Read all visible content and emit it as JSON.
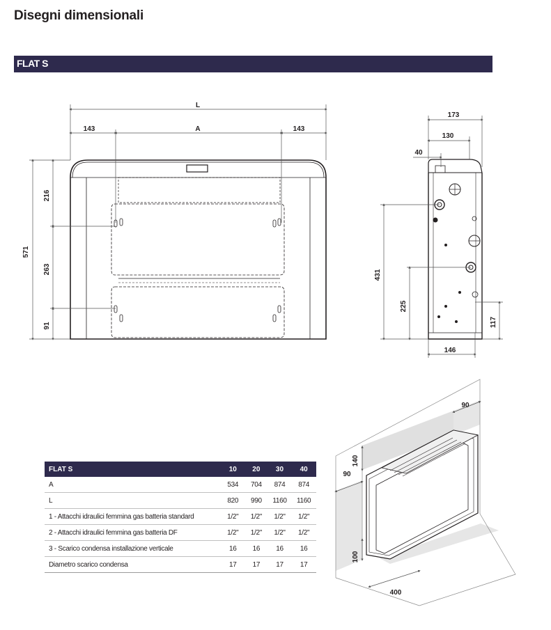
{
  "page": {
    "title": "Disegni dimensionali"
  },
  "section": {
    "label": "FLAT S"
  },
  "front_view": {
    "dims": {
      "L": "L",
      "A": "A",
      "left_margin": "143",
      "right_margin": "143",
      "height": "571",
      "top": "216",
      "middle": "263",
      "bottom": "91"
    }
  },
  "side_view": {
    "dims": {
      "depth": "173",
      "depth_inner": "130",
      "offset": "40",
      "height": "431",
      "lower": "225",
      "right": "117",
      "base": "146"
    }
  },
  "iso_view": {
    "dims": {
      "side_clearance_right": "90",
      "top_clearance": "140",
      "side_clearance_left": "90",
      "bottom_clearance": "100",
      "front_clearance": "400"
    }
  },
  "table": {
    "headers": [
      "FLAT S",
      "10",
      "20",
      "30",
      "40"
    ],
    "rows": [
      {
        "label": "A",
        "values": [
          "534",
          "704",
          "874",
          "874"
        ]
      },
      {
        "label": "L",
        "values": [
          "820",
          "990",
          "1160",
          "1160"
        ]
      },
      {
        "label": "1 - Attacchi idraulici femmina gas batteria standard",
        "values": [
          "1/2\"",
          "1/2\"",
          "1/2\"",
          "1/2\""
        ]
      },
      {
        "label": "2 - Attacchi idraulici femmina gas batteria DF",
        "values": [
          "1/2\"",
          "1/2\"",
          "1/2\"",
          "1/2\""
        ]
      },
      {
        "label": "3 - Scarico condensa installazione verticale",
        "values": [
          "16",
          "16",
          "16",
          "16"
        ]
      },
      {
        "label": "Diametro scarico condensa",
        "values": [
          "17",
          "17",
          "17",
          "17"
        ]
      }
    ]
  }
}
